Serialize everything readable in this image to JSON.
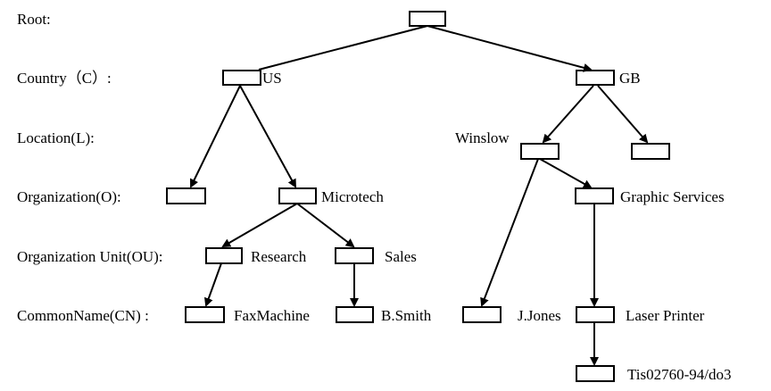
{
  "levels": {
    "root": "Root:",
    "country": "Country（C）:",
    "location": "Location(L):",
    "organization": "Organization(O):",
    "org_unit": "Organization Unit(OU):",
    "common_name": "CommonName(CN) :"
  },
  "nodes": {
    "us": "US",
    "gb": "GB",
    "winslow": "Winslow",
    "microtech": "Microtech",
    "graphic_services": "Graphic Services",
    "research": "Research",
    "sales": "Sales",
    "fax_machine": "FaxMachine",
    "b_smith": "B.Smith",
    "j_jones": "J.Jones",
    "laser_printer": "Laser Printer"
  },
  "figure_id": "Tis02760-94/do3"
}
